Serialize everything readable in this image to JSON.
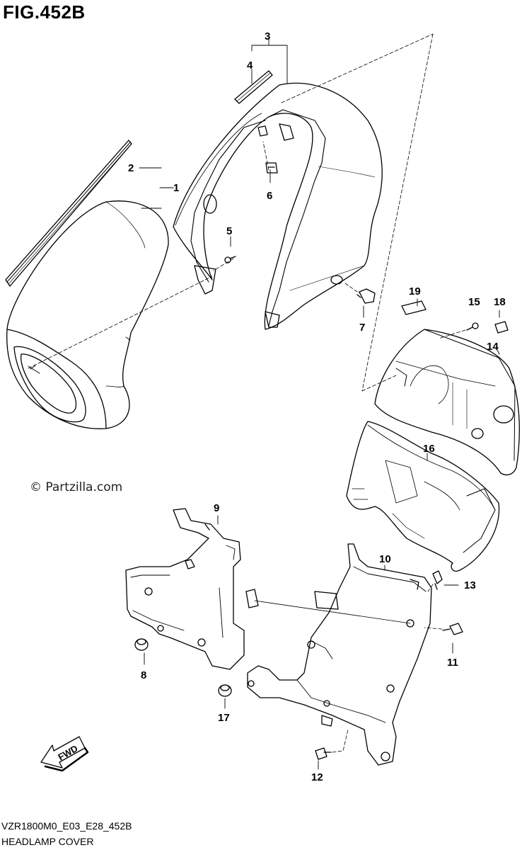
{
  "figure": {
    "title": "FIG.452B",
    "watermark": "© Partzilla.com",
    "code": "VZR1800M0_E03_E28_452B",
    "caption": "HEADLAMP COVER",
    "fwd_label": "FWD"
  },
  "callouts": [
    {
      "id": "1",
      "text": "1"
    },
    {
      "id": "2",
      "text": "2"
    },
    {
      "id": "3",
      "text": "3"
    },
    {
      "id": "4",
      "text": "4"
    },
    {
      "id": "5",
      "text": "5"
    },
    {
      "id": "6",
      "text": "6"
    },
    {
      "id": "7",
      "text": "7"
    },
    {
      "id": "8",
      "text": "8"
    },
    {
      "id": "9",
      "text": "9"
    },
    {
      "id": "10",
      "text": "10"
    },
    {
      "id": "11",
      "text": "11"
    },
    {
      "id": "12",
      "text": "12"
    },
    {
      "id": "13",
      "text": "13"
    },
    {
      "id": "14",
      "text": "14"
    },
    {
      "id": "15",
      "text": "15"
    },
    {
      "id": "16",
      "text": "16"
    },
    {
      "id": "17",
      "text": "17"
    },
    {
      "id": "18",
      "text": "18"
    },
    {
      "id": "19",
      "text": "19"
    }
  ]
}
